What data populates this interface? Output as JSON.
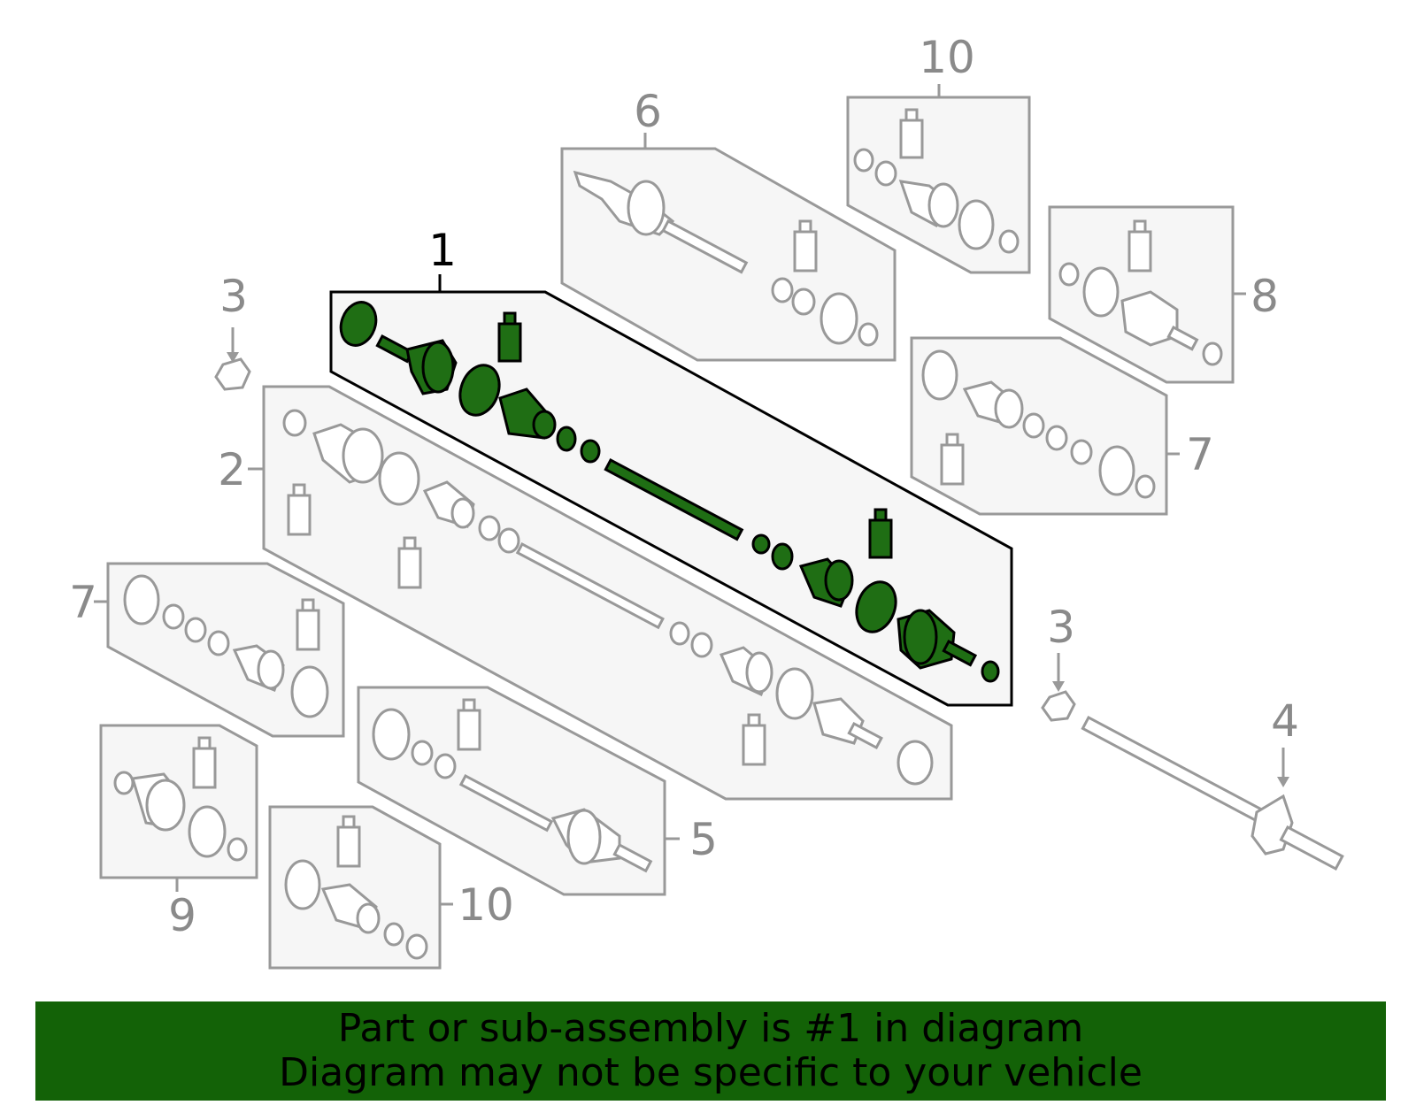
{
  "colors": {
    "highlight_fill": "#1f6e14",
    "highlight_stroke": "#000000",
    "panel_fill": "#f6f6f6",
    "panel_stroke": "#999999",
    "callout_text": "#8a8a8a",
    "active_callout_text": "#000000",
    "banner_bg": "#136207"
  },
  "callouts": {
    "c1": "1",
    "c2": "2",
    "c3a": "3",
    "c3b": "3",
    "c4": "4",
    "c5": "5",
    "c6": "6",
    "c7a": "7",
    "c7b": "7",
    "c8": "8",
    "c9": "9",
    "c10a": "10",
    "c10b": "10"
  },
  "banner": {
    "line1": "Part or sub-assembly is #1 in diagram",
    "line2": "Diagram may not be specific to your vehicle"
  }
}
